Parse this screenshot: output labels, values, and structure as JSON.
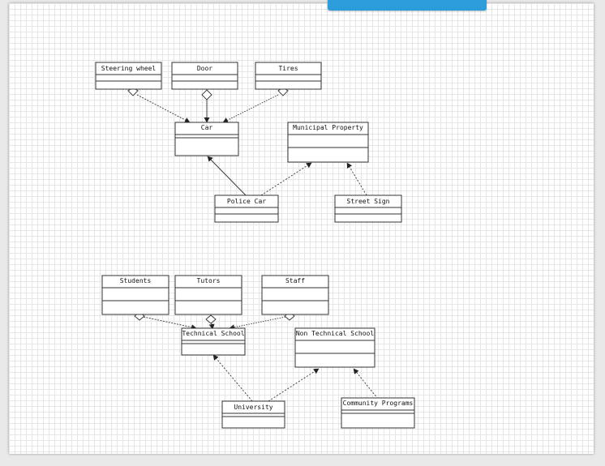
{
  "toast": {
    "text": "",
    "close_glyph": ""
  },
  "diagram_top": {
    "classes": {
      "steering_wheel": "Steering wheel",
      "door": "Door",
      "tires": "Tires",
      "car": "Car",
      "municipal_property": "Municipal Property",
      "police_car": "Police Car",
      "street_sign": "Street Sign"
    }
  },
  "diagram_bottom": {
    "classes": {
      "students": "Students",
      "tutors": "Tutors",
      "staff": "Staff",
      "technical_school": "Technical School",
      "non_technical_school": "Non Technical School",
      "university": "University",
      "community_programs": "Community Programs"
    }
  }
}
